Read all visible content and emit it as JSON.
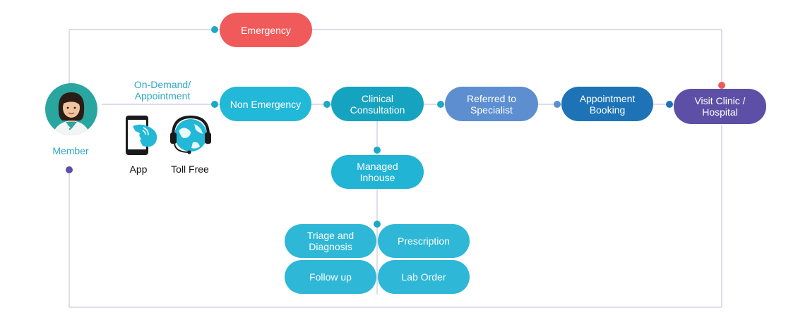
{
  "colors": {
    "line": "#c8c8e0",
    "emergency": "#f05a5a",
    "cyan": "#22b8d8",
    "teal": "#16a3c0",
    "referred": "#5c8ed0",
    "booking": "#1d73b6",
    "visit": "#5e4fa6",
    "sub": "#2eb7d6",
    "member_text": "#2ea8c4"
  },
  "member": {
    "label": "Member",
    "icon": "avatar-icon"
  },
  "channels": {
    "caption": "On-Demand/\nAppointment",
    "app": {
      "label": "App",
      "icon": "smartphone-icon"
    },
    "toll_free": {
      "label": "Toll Free",
      "icon": "headset-globe-icon"
    }
  },
  "nodes": {
    "emergency": "Emergency",
    "non_emergency": "Non Emergency",
    "clinical": "Clinical\nConsultation",
    "referred": "Referred to\nSpecialist",
    "booking": "Appointment\nBooking",
    "visit": "Visit Clinic /\nHospital",
    "managed": "Managed\nInhouse",
    "triage": "Triage and\nDiagnosis",
    "prescription": "Prescription",
    "follow_up": "Follow up",
    "lab_order": "Lab Order"
  }
}
